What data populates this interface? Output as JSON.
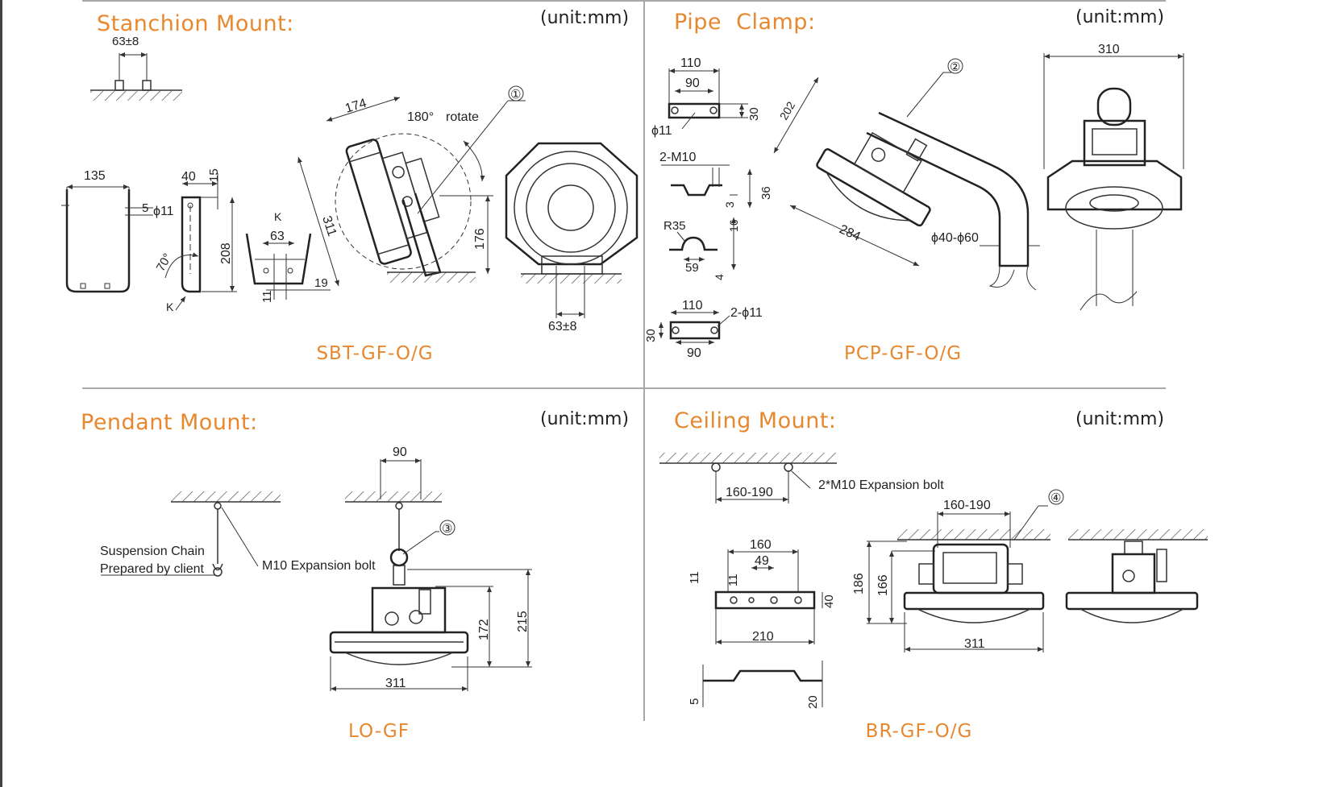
{
  "sections": {
    "stanchion": {
      "title": "Stanchion Mount:",
      "unit": "(unit:mm)",
      "model": "SBT-GF-O/G"
    },
    "pipe": {
      "title": "Pipe  Clamp:",
      "unit": "(unit:mm)",
      "model": "PCP-GF-O/G"
    },
    "pendant": {
      "title": "Pendant Mount:",
      "unit": "(unit:mm)",
      "model": "LO-GF"
    },
    "ceiling": {
      "title": "Ceiling Mount:",
      "unit": "(unit:mm)",
      "model": "BR-GF-O/G"
    }
  },
  "stanchion_dims": {
    "d63_8_top": "63±8",
    "d135": "135",
    "d5": "5",
    "phi11": "ϕ11",
    "d40": "40",
    "d15": "15",
    "d208": "208",
    "a70": "70°",
    "K1": "K",
    "K2": "K",
    "d63": "63",
    "d11": "11",
    "d19": "19",
    "d174": "174",
    "rot180": "180°",
    "rotate": "rotate",
    "c1": "①",
    "d311": "311",
    "d176": "176",
    "d63_8_bottom": "63±8"
  },
  "pipe_dims": {
    "d110": "110",
    "d90": "90",
    "d30": "30",
    "phi11": "ϕ11",
    "m10": "2-M10",
    "d36": "36",
    "d3": "3",
    "r35": "R35",
    "d16": "16",
    "d59": "59",
    "d4": "4",
    "d110b": "110",
    "phi11b": "2-ϕ11",
    "d30b": "30",
    "d90b": "90",
    "c2": "②",
    "d202": "202",
    "d284": "284",
    "phi40_60": "ϕ40-ϕ60",
    "d310": "310"
  },
  "pendant_dims": {
    "chain1": "Suspension Chain",
    "chain2": "Prepared by client",
    "bolt": "M10 Expansion bolt",
    "d90": "90",
    "c3": "③",
    "d172": "172",
    "d215": "215",
    "d311": "311"
  },
  "ceiling_dims": {
    "d160_190a": "160-190",
    "bolt": "2*M10 Expansion bolt",
    "d160_190b": "160-190",
    "c4": "④",
    "d160": "160",
    "d49": "49",
    "d11a": "11",
    "d11b": "11",
    "d40": "40",
    "d210": "210",
    "d186": "186",
    "d166": "166",
    "d311": "311",
    "d5": "5",
    "d20": "20"
  }
}
